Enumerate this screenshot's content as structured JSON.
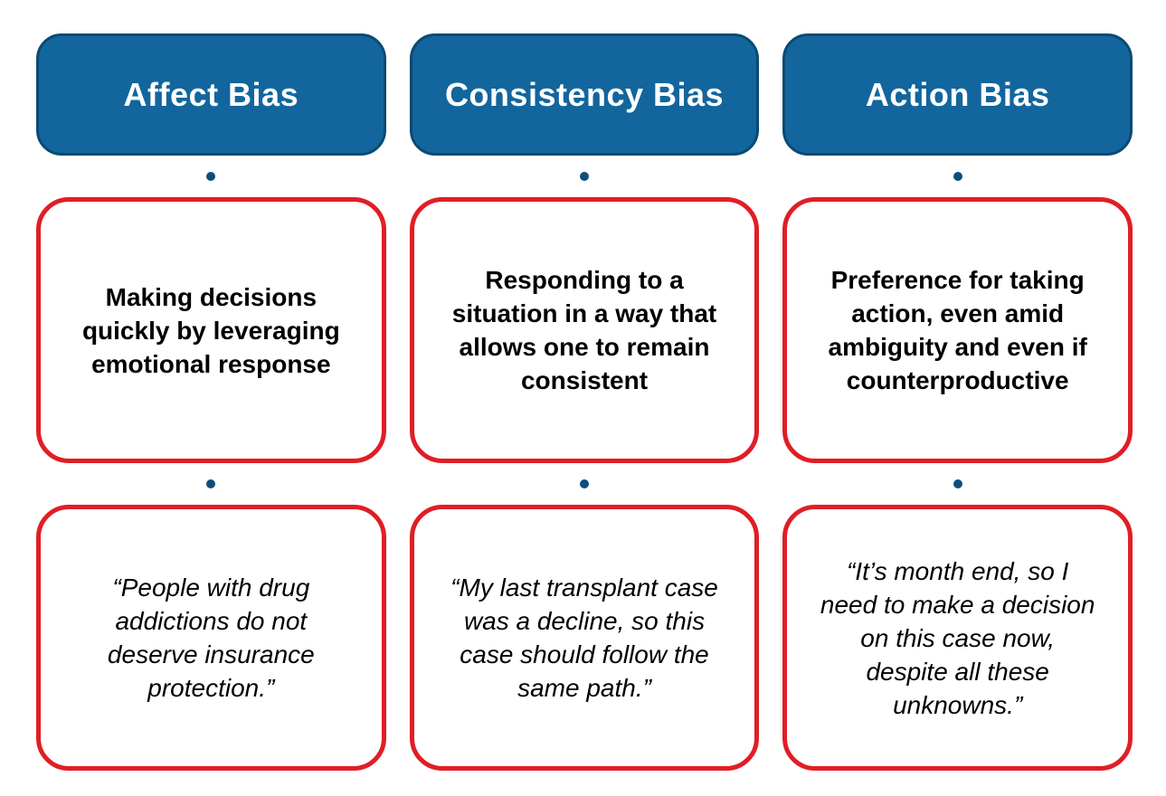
{
  "colors": {
    "header_fill": "#12669D",
    "header_border": "#0A4A73",
    "header_text": "#FFFFFF",
    "card_border_red": "#E01E26",
    "connector_dot": "#0D4F7C",
    "body_text": "#000000",
    "background": "#FFFFFF"
  },
  "columns": [
    {
      "title": "Affect Bias",
      "definition": "Making decisions\nquickly by leveraging\nemotional response",
      "quote": "“People with drug\naddictions do not\ndeserve insurance\nprotection.”"
    },
    {
      "title": "Consistency Bias",
      "definition": "Responding to a\nsituation in a way that\nallows one to remain\nconsistent",
      "quote": "“My last transplant case\nwas a decline, so this\ncase should follow the\nsame path.”"
    },
    {
      "title": "Action Bias",
      "definition": "Preference for taking\naction, even amid\nambiguity and even if\ncounterproductive",
      "quote": "“It’s month end, so I\nneed to make a decision\non this case now,\ndespite all these\nunknowns.”"
    }
  ]
}
